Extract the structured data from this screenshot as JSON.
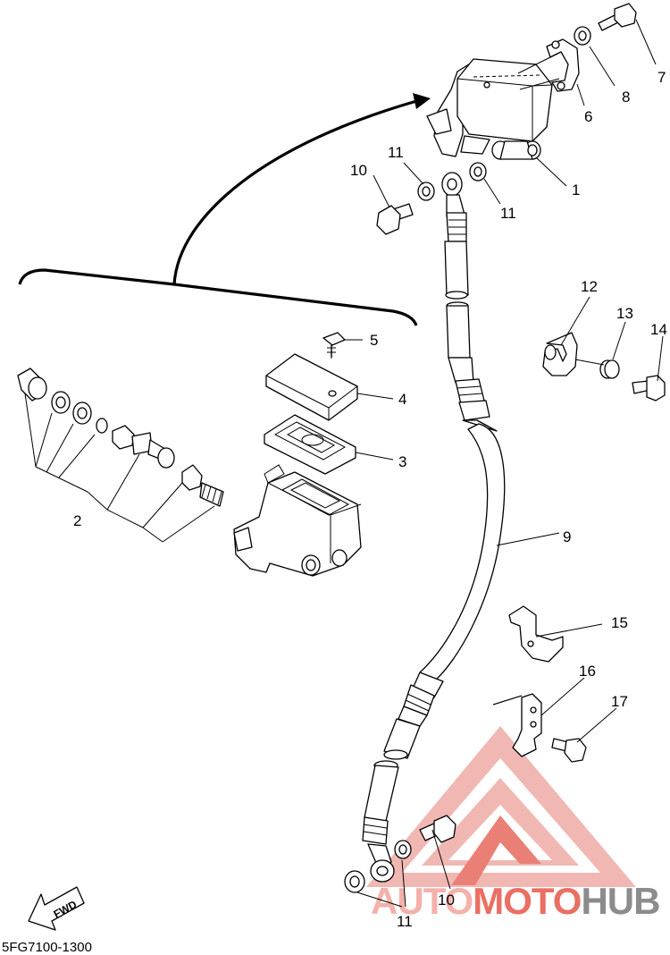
{
  "callouts": [
    {
      "number": "1"
    },
    {
      "number": "2"
    },
    {
      "number": "3"
    },
    {
      "number": "4"
    },
    {
      "number": "5"
    },
    {
      "number": "6"
    },
    {
      "number": "7"
    },
    {
      "number": "8"
    },
    {
      "number": "9"
    },
    {
      "number": "10"
    },
    {
      "number": "11"
    },
    {
      "number": "11"
    },
    {
      "number": "11"
    },
    {
      "number": "12"
    },
    {
      "number": "13"
    },
    {
      "number": "14"
    },
    {
      "number": "15"
    },
    {
      "number": "16"
    },
    {
      "number": "17"
    },
    {
      "number": "10"
    },
    {
      "number": "11"
    }
  ],
  "fwd_arrow": {
    "label": "FWD"
  },
  "diagram_code": "5FG7100-1300",
  "watermark": {
    "auto": "AUTO",
    "moto": "MOTO",
    "hub": "HUB",
    "accent_color": "#ea7f76",
    "light_color": "#f1b8b3"
  }
}
